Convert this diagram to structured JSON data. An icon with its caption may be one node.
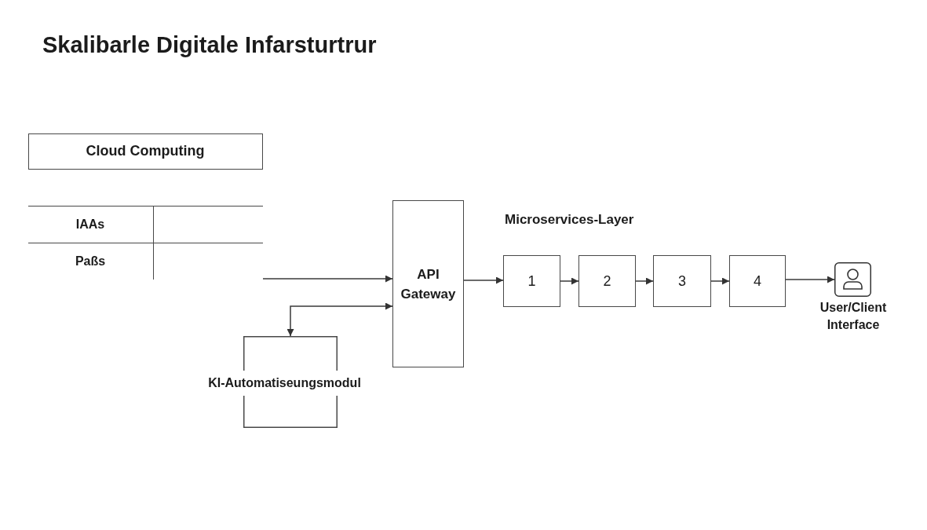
{
  "diagram": {
    "title": "Skalibarle Digitale Infarsturtrur",
    "nodes": [
      {
        "text": [
          "Cloud Computing"
        ]
      },
      {
        "text": [],
        "shape": "box",
        "in": 0
      },
      {
        "text": [
          "IAAs"
        ],
        "in": 0
      },
      {
        "text": [],
        "shape": "box",
        "in": 0
      },
      {
        "text": [
          "Paßs"
        ],
        "in": 0
      },
      {
        "text": [],
        "shape": "box",
        "in": 0
      },
      {
        "text": [
          "API Gateway"
        ]
      },
      {
        "text": [
          "KI-Automatiseungsmodul"
        ]
      },
      {
        "text": [
          "1"
        ]
      },
      {
        "text": [
          "2"
        ]
      },
      {
        "text": [
          "3"
        ]
      },
      {
        "text": [
          "4"
        ]
      },
      {
        "text": [],
        "shape": "person",
        "beside": [
          "User/Client Interface"
        ]
      }
    ],
    "edges": [
      {
        "from": 0,
        "to": 6,
        "arrow": "to"
      },
      {
        "from": 7,
        "to": 6,
        "arrow": "both"
      },
      {
        "from": 6,
        "to": 8,
        "arrow": "to"
      },
      {
        "from": 8,
        "to": 9,
        "arrow": "to"
      },
      {
        "from": 9,
        "to": 10,
        "arrow": "to"
      },
      {
        "from": 10,
        "to": 11,
        "arrow": "to"
      },
      {
        "from": 11,
        "to": 12,
        "arrow": "to"
      }
    ],
    "labels": [
      "Microservices-Layer"
    ]
  }
}
